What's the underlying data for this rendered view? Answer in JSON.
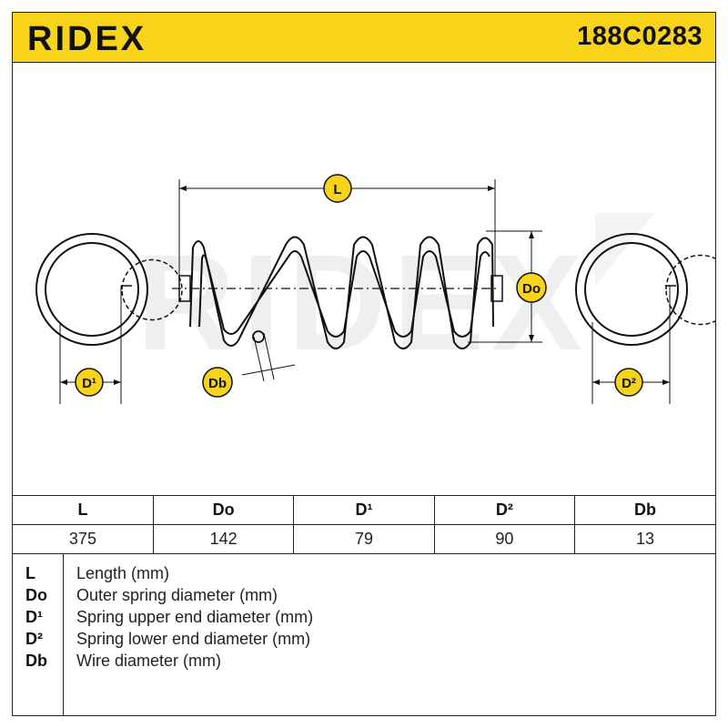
{
  "header": {
    "brand": "RIDEX",
    "part_number": "188C0283",
    "background": "#f7d31a"
  },
  "diagram": {
    "watermark": "RIDEX",
    "badges": {
      "length": "L",
      "outer_diameter": "Do",
      "upper_end_diameter": "D¹",
      "lower_end_diameter": "D²",
      "wire_diameter": "Db"
    },
    "badge_color": "#f7d31a"
  },
  "table": {
    "headers": [
      "L",
      "Do",
      "D¹",
      "D²",
      "Db"
    ],
    "values": [
      "375",
      "142",
      "79",
      "90",
      "13"
    ]
  },
  "legend": [
    {
      "key": "L",
      "desc": "Length (mm)"
    },
    {
      "key": "Do",
      "desc": "Outer spring diameter (mm)"
    },
    {
      "key": "D¹",
      "desc": "Spring upper end diameter (mm)"
    },
    {
      "key": "D²",
      "desc": "Spring lower end diameter (mm)"
    },
    {
      "key": "Db",
      "desc": "Wire diameter (mm)"
    }
  ]
}
